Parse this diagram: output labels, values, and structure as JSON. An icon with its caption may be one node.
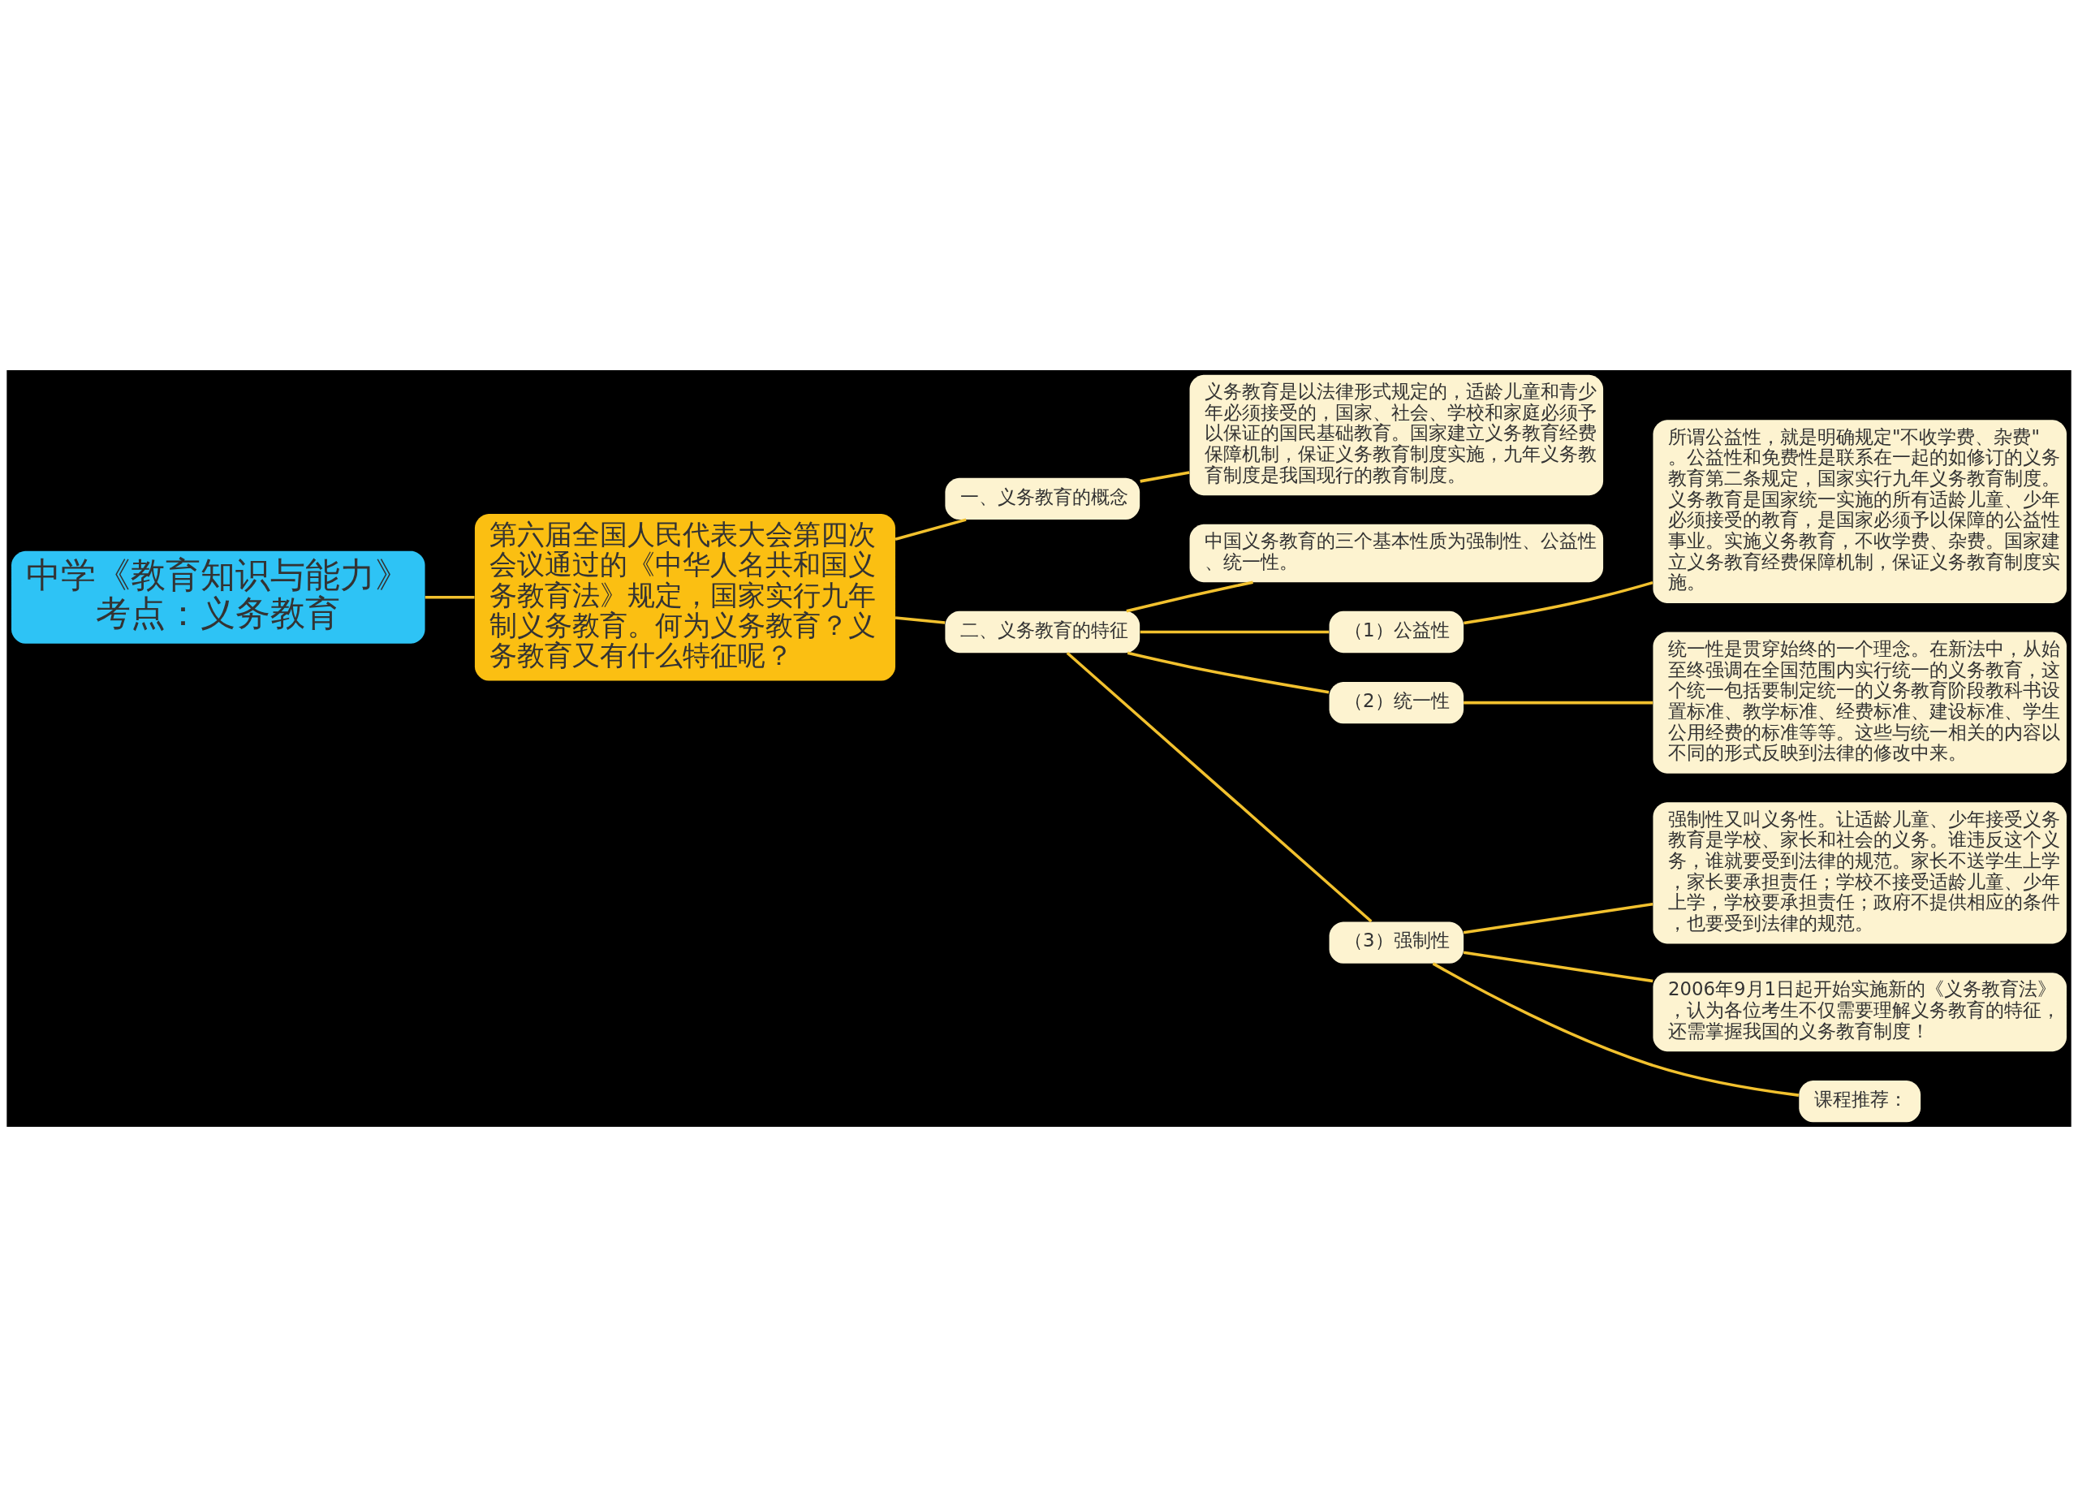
{
  "diagram": {
    "nodes": [
      {
        "text": [
          "中学《教育知识与能力》考点：义务教育"
        ]
      },
      {
        "text": [
          "第六届全国人民代表大会第四次会议通过的《中华人名共和国义务教育法》规定，国家实行九年制义务教育。何为义务教育？义务教育又有什么特征呢？"
        ]
      },
      {
        "text": [
          "一、义务教育的概念"
        ]
      },
      {
        "text": [
          "义务教育是以法律形式规定的，适龄儿童和青少年必须接受的，国家、社会、学校和家庭必须予以保证的国民基础教育。国家建立义务教育经费保障机制，保证义务教育制度实施，九年义务教育制度是我国现行的教育制度。"
        ]
      },
      {
        "text": [
          "二、义务教育的特征"
        ]
      },
      {
        "text": [
          "中国义务教育的三个基本性质为强制性、公益性、统一性。"
        ]
      },
      {
        "text": [
          "（1）公益性"
        ]
      },
      {
        "text": [
          "所谓公益性，就是明确规定\"不收学费、杂费\"。公益性和免费性是联系在一起的如修订的义务教育第二条规定，国家实行九年义务教育制度。义务教育是国家统一实施的所有适龄儿童、少年必须接受的教育，是国家必须予以保障的公益性事业。实施义务教育，不收学费、杂费。国家建立义务教育经费保障机制，保证义务教育制度实施。"
        ]
      },
      {
        "text": [
          "（2）统一性"
        ]
      },
      {
        "text": [
          "统一性是贯穿始终的一个理念。在新法中，从始至终强调在全国范围内实行统一的义务教育，这个统一包括要制定统一的义务教育阶段教科书设置标准、教学标准、经费标准、建设标准、学生公用经费的标准等等。这些与统一相关的内容以不同的形式反映到法律的修改中来。"
        ]
      },
      {
        "text": [
          "（3）强制性"
        ]
      },
      {
        "text": [
          "强制性又叫义务性。让适龄儿童、少年接受义务教育是学校、家长和社会的义务。谁违反这个义务，谁就要受到法律的规范。家长不送学生上学，家长要承担责任；学校不接受适龄儿童、少年上学，学校要承担责任；政府不提供相应的条件，也要受到法律的规范。"
        ]
      },
      {
        "text": [
          "2006年9月1日起开始实施新的《义务教育法》，认为各位考生不仅需要理解义务教育的特征，还需掌握我国的义务教育制度！"
        ]
      },
      {
        "text": [
          "课程推荐："
        ]
      }
    ],
    "edges": [
      {
        "from": 0,
        "to": 1,
        "arrow": "none"
      },
      {
        "from": 1,
        "to": 2,
        "arrow": "none"
      },
      {
        "from": 2,
        "to": 3,
        "arrow": "none"
      },
      {
        "from": 1,
        "to": 4,
        "arrow": "none"
      },
      {
        "from": 4,
        "to": 5,
        "arrow": "none"
      },
      {
        "from": 4,
        "to": 6,
        "arrow": "none"
      },
      {
        "from": 6,
        "to": 7,
        "arrow": "none"
      },
      {
        "from": 4,
        "to": 8,
        "arrow": "none"
      },
      {
        "from": 8,
        "to": 9,
        "arrow": "none"
      },
      {
        "from": 4,
        "to": 10,
        "arrow": "none"
      },
      {
        "from": 10,
        "to": 11,
        "arrow": "none"
      },
      {
        "from": 10,
        "to": 12,
        "arrow": "none"
      },
      {
        "from": 10,
        "to": 13,
        "arrow": "none"
      }
    ]
  }
}
